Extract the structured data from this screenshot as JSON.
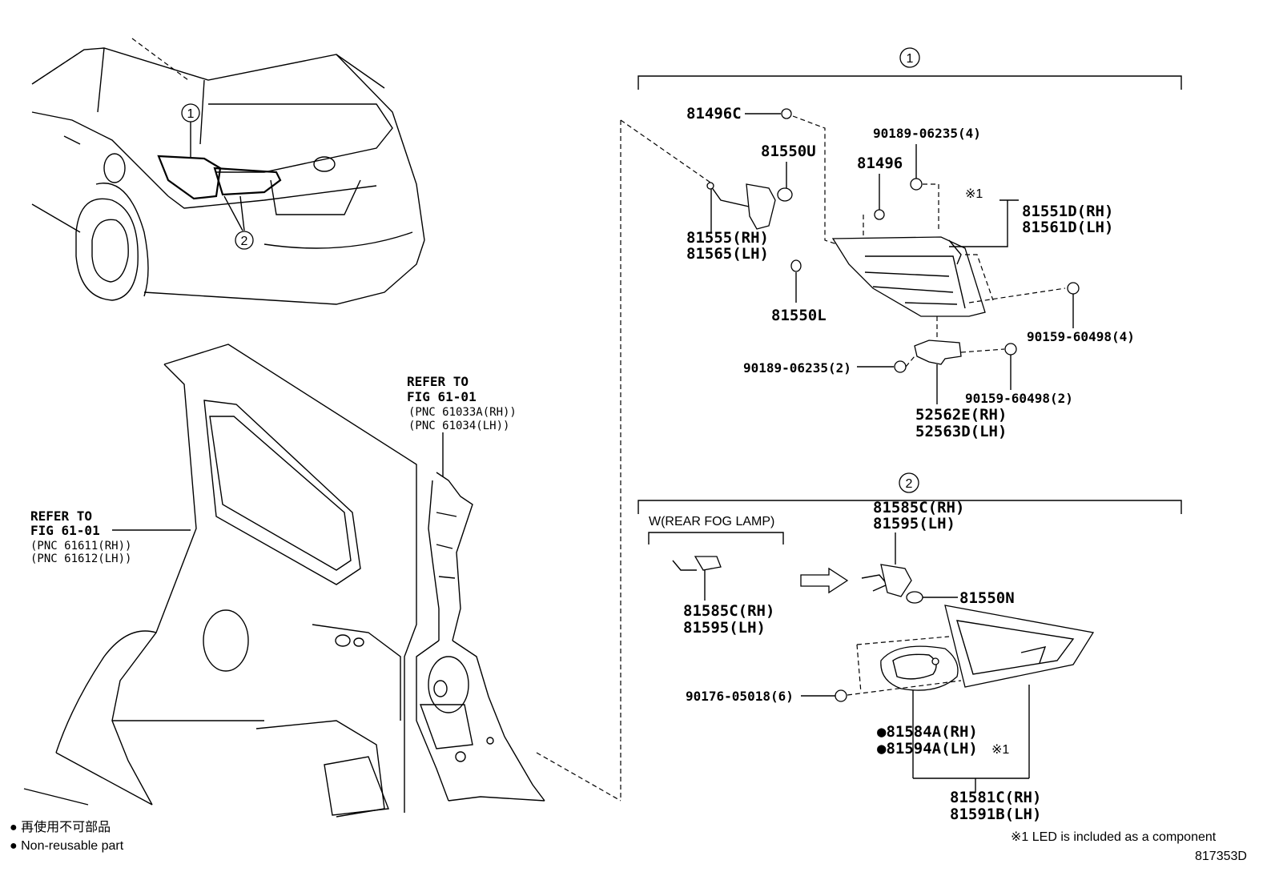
{
  "markers": {
    "m1": "1",
    "m2": "2"
  },
  "refer_left": {
    "line1": "REFER TO",
    "line2": "FIG 61-01",
    "pnc1": "(PNC 61611(RH))",
    "pnc2": "(PNC 61612(LH))"
  },
  "refer_center": {
    "line1": "REFER TO",
    "line2": "FIG 61-01",
    "pnc1": "(PNC 61033A(RH))",
    "pnc2": "(PNC 61034(LH))"
  },
  "group1": {
    "p81496c": "81496C",
    "p81550u": "81550U",
    "p81555": "81555(RH)",
    "p81565": "81565(LH)",
    "p81550l": "81550L",
    "p90189_4": "90189-06235(4)",
    "p81496": "81496",
    "note1": "※1",
    "p81551d": "81551D(RH)",
    "p81561d": "81561D(LH)",
    "p90159_4": "90159-60498(4)",
    "p90189_2": "90189-06235(2)",
    "p90159_2": "90159-60498(2)",
    "p52562e": "52562E(RH)",
    "p52563d": "52563D(LH)"
  },
  "group2": {
    "fog_label": "W(REAR FOG LAMP)",
    "p81585c_a": "81585C(RH)",
    "p81595_a": "81595(LH)",
    "p81585c_b": "81585C(RH)",
    "p81595_b": "81595(LH)",
    "p81550n": "81550N",
    "p90176": "90176-05018(6)",
    "p81584a": "●81584A(RH)",
    "p81594a": "●81594A(LH)",
    "note1": "※1",
    "p81581c": "81581C(RH)",
    "p81591b": "81591B(LH)"
  },
  "legend": {
    "jp": "● 再使用不可部品",
    "en": "● Non-reusable part"
  },
  "footnote": "※1 LED is included as a component",
  "figure_id": "817353D"
}
